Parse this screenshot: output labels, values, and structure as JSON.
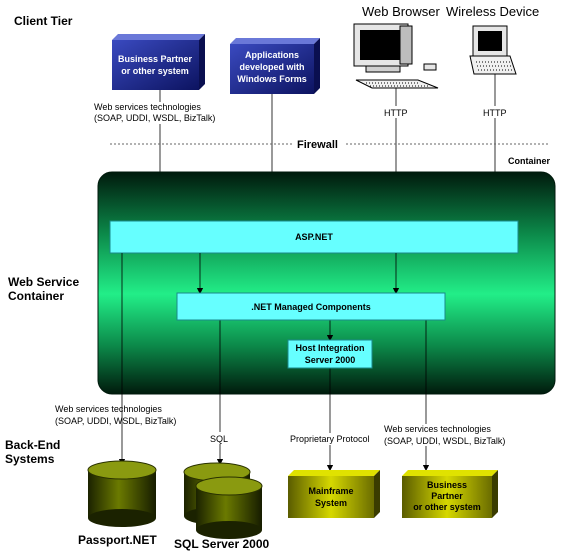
{
  "tiers": {
    "client": "Client Tier",
    "web_service": [
      "Web Service",
      "Container"
    ],
    "backend": [
      "Back-End",
      "Systems"
    ]
  },
  "devices": {
    "web_browser": "Web Browser",
    "wireless": "Wireless Device"
  },
  "client_boxes": {
    "business_partner": [
      "Business Partner",
      "or other system"
    ],
    "windows_forms": [
      "Applications",
      "developed with",
      "Windows Forms"
    ]
  },
  "protocols": {
    "ws_tech_top": [
      "Web services technologies",
      "(SOAP, UDDI, WSDL, BizTalk)"
    ],
    "http_browser": "HTTP",
    "http_wireless": "HTTP",
    "ws_tech_left": [
      "Web services technologies",
      "(SOAP, UDDI, WSDL, BizTalk)"
    ],
    "sql": "SQL",
    "proprietary": "Proprietary Protocol",
    "ws_tech_right": [
      "Web services technologies",
      "(SOAP, UDDI, WSDL, BizTalk)"
    ]
  },
  "firewall": "Firewall",
  "container_label": "Container",
  "container_boxes": {
    "aspnet": "ASP.NET",
    "managed": ".NET Managed Components",
    "his": [
      "Host Integration",
      "Server 2000"
    ]
  },
  "backend": {
    "passport": "Passport.NET",
    "sqlserver": "SQL Server 2000",
    "mainframe": [
      "Mainframe",
      "System"
    ],
    "partner": [
      "Business",
      "Partner",
      "or other system"
    ]
  },
  "colors": {
    "cyan_box": "#66ffff",
    "client_box": "#1f2a8a",
    "backend_box": "#b5b800",
    "container_mid": "#22ee88",
    "container_dark": "#002a18"
  }
}
